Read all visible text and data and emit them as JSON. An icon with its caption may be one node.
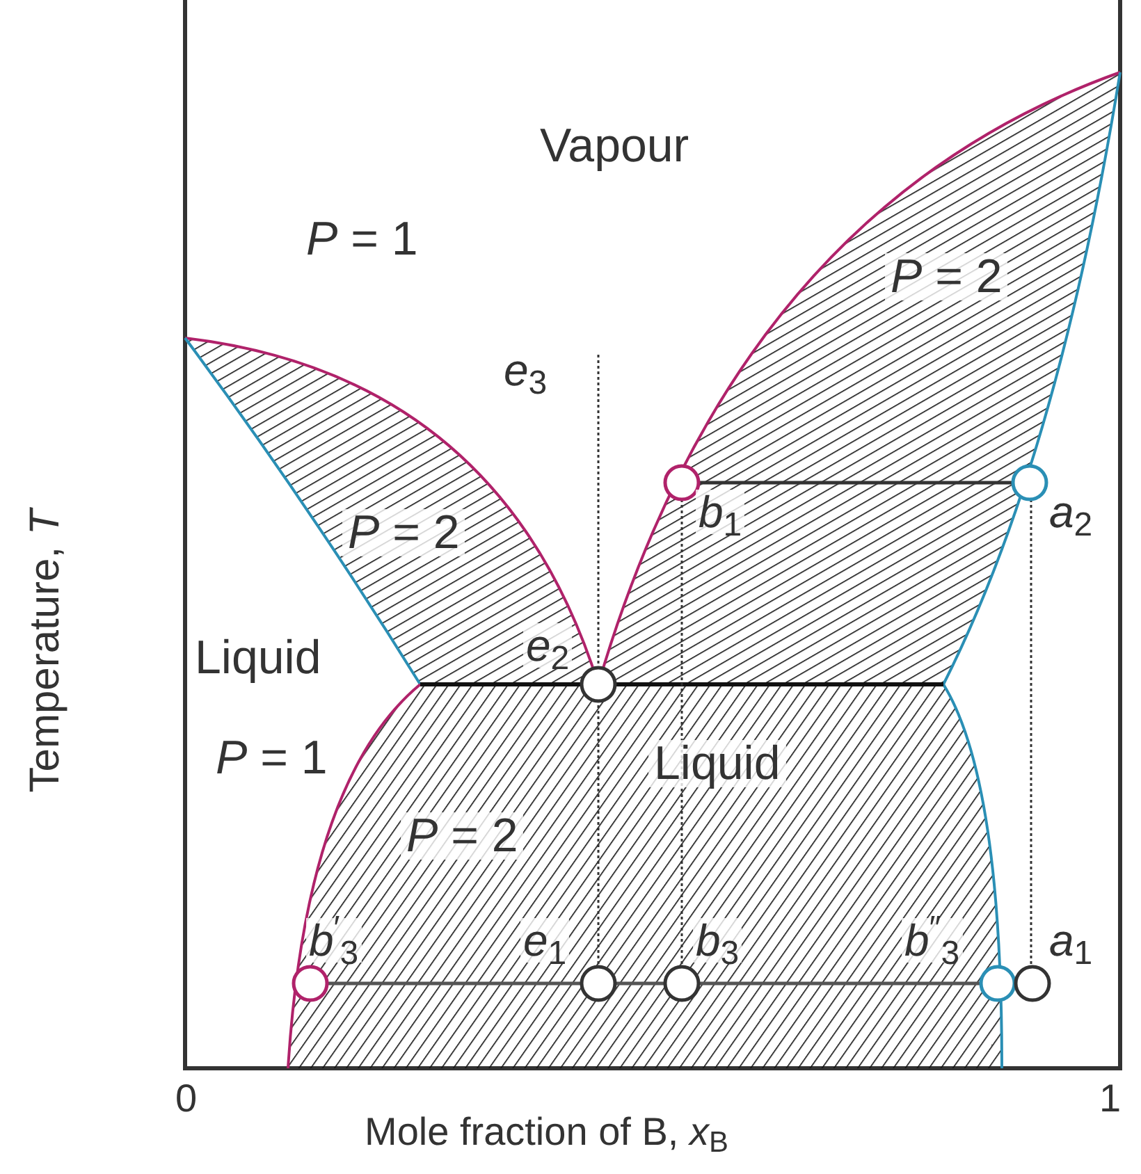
{
  "diagram": {
    "labels": [
      "Vapour",
      "*P* = 1",
      "*P* = 2",
      "*e*$_{3}$",
      "*P* = 2",
      "*b*$_{1}$",
      "*a*$_{2}$",
      "Liquid",
      "*e*$_{2}$",
      "*P* = 1",
      "Liquid",
      "*P* = 2",
      "*b*$^{′}$$_{3}$",
      "*e*$_{1}$",
      "*b*$_{3}$",
      "*b*$^{″}$$_{3}$",
      "*a*$_{1}$",
      "Temperature, *T*",
      "0",
      "1",
      "Mole fraction of B, *x*$_{B}$"
    ]
  }
}
